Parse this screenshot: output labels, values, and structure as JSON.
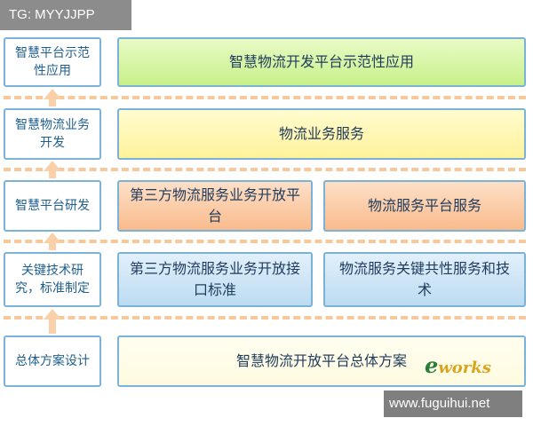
{
  "tag": "TG: MYYJJPP",
  "watermark": "www.fuguihui.net",
  "logo": {
    "e": "e",
    "rest": "works"
  },
  "rows": [
    {
      "label": "智慧平台示范性应用",
      "boxes": [
        "智慧物流开发平台示范性应用"
      ]
    },
    {
      "label": "智慧物流业务开发",
      "boxes": [
        "物流业务服务"
      ]
    },
    {
      "label": "智慧平台研发",
      "boxes": [
        "第三方物流服务业务开放平台",
        "物流服务平台服务"
      ]
    },
    {
      "label": "关键技术研究，标准制定",
      "boxes": [
        "第三方物流服务业务开放接口标准",
        "物流服务关键共性服务和技术"
      ]
    },
    {
      "label": "总体方案设计",
      "boxes": [
        "智慧物流开放平台总体方案"
      ]
    }
  ],
  "colors": {
    "border": "#7bb3d8",
    "dash": "#f6c89a",
    "arrow": "#f9d0a8"
  }
}
